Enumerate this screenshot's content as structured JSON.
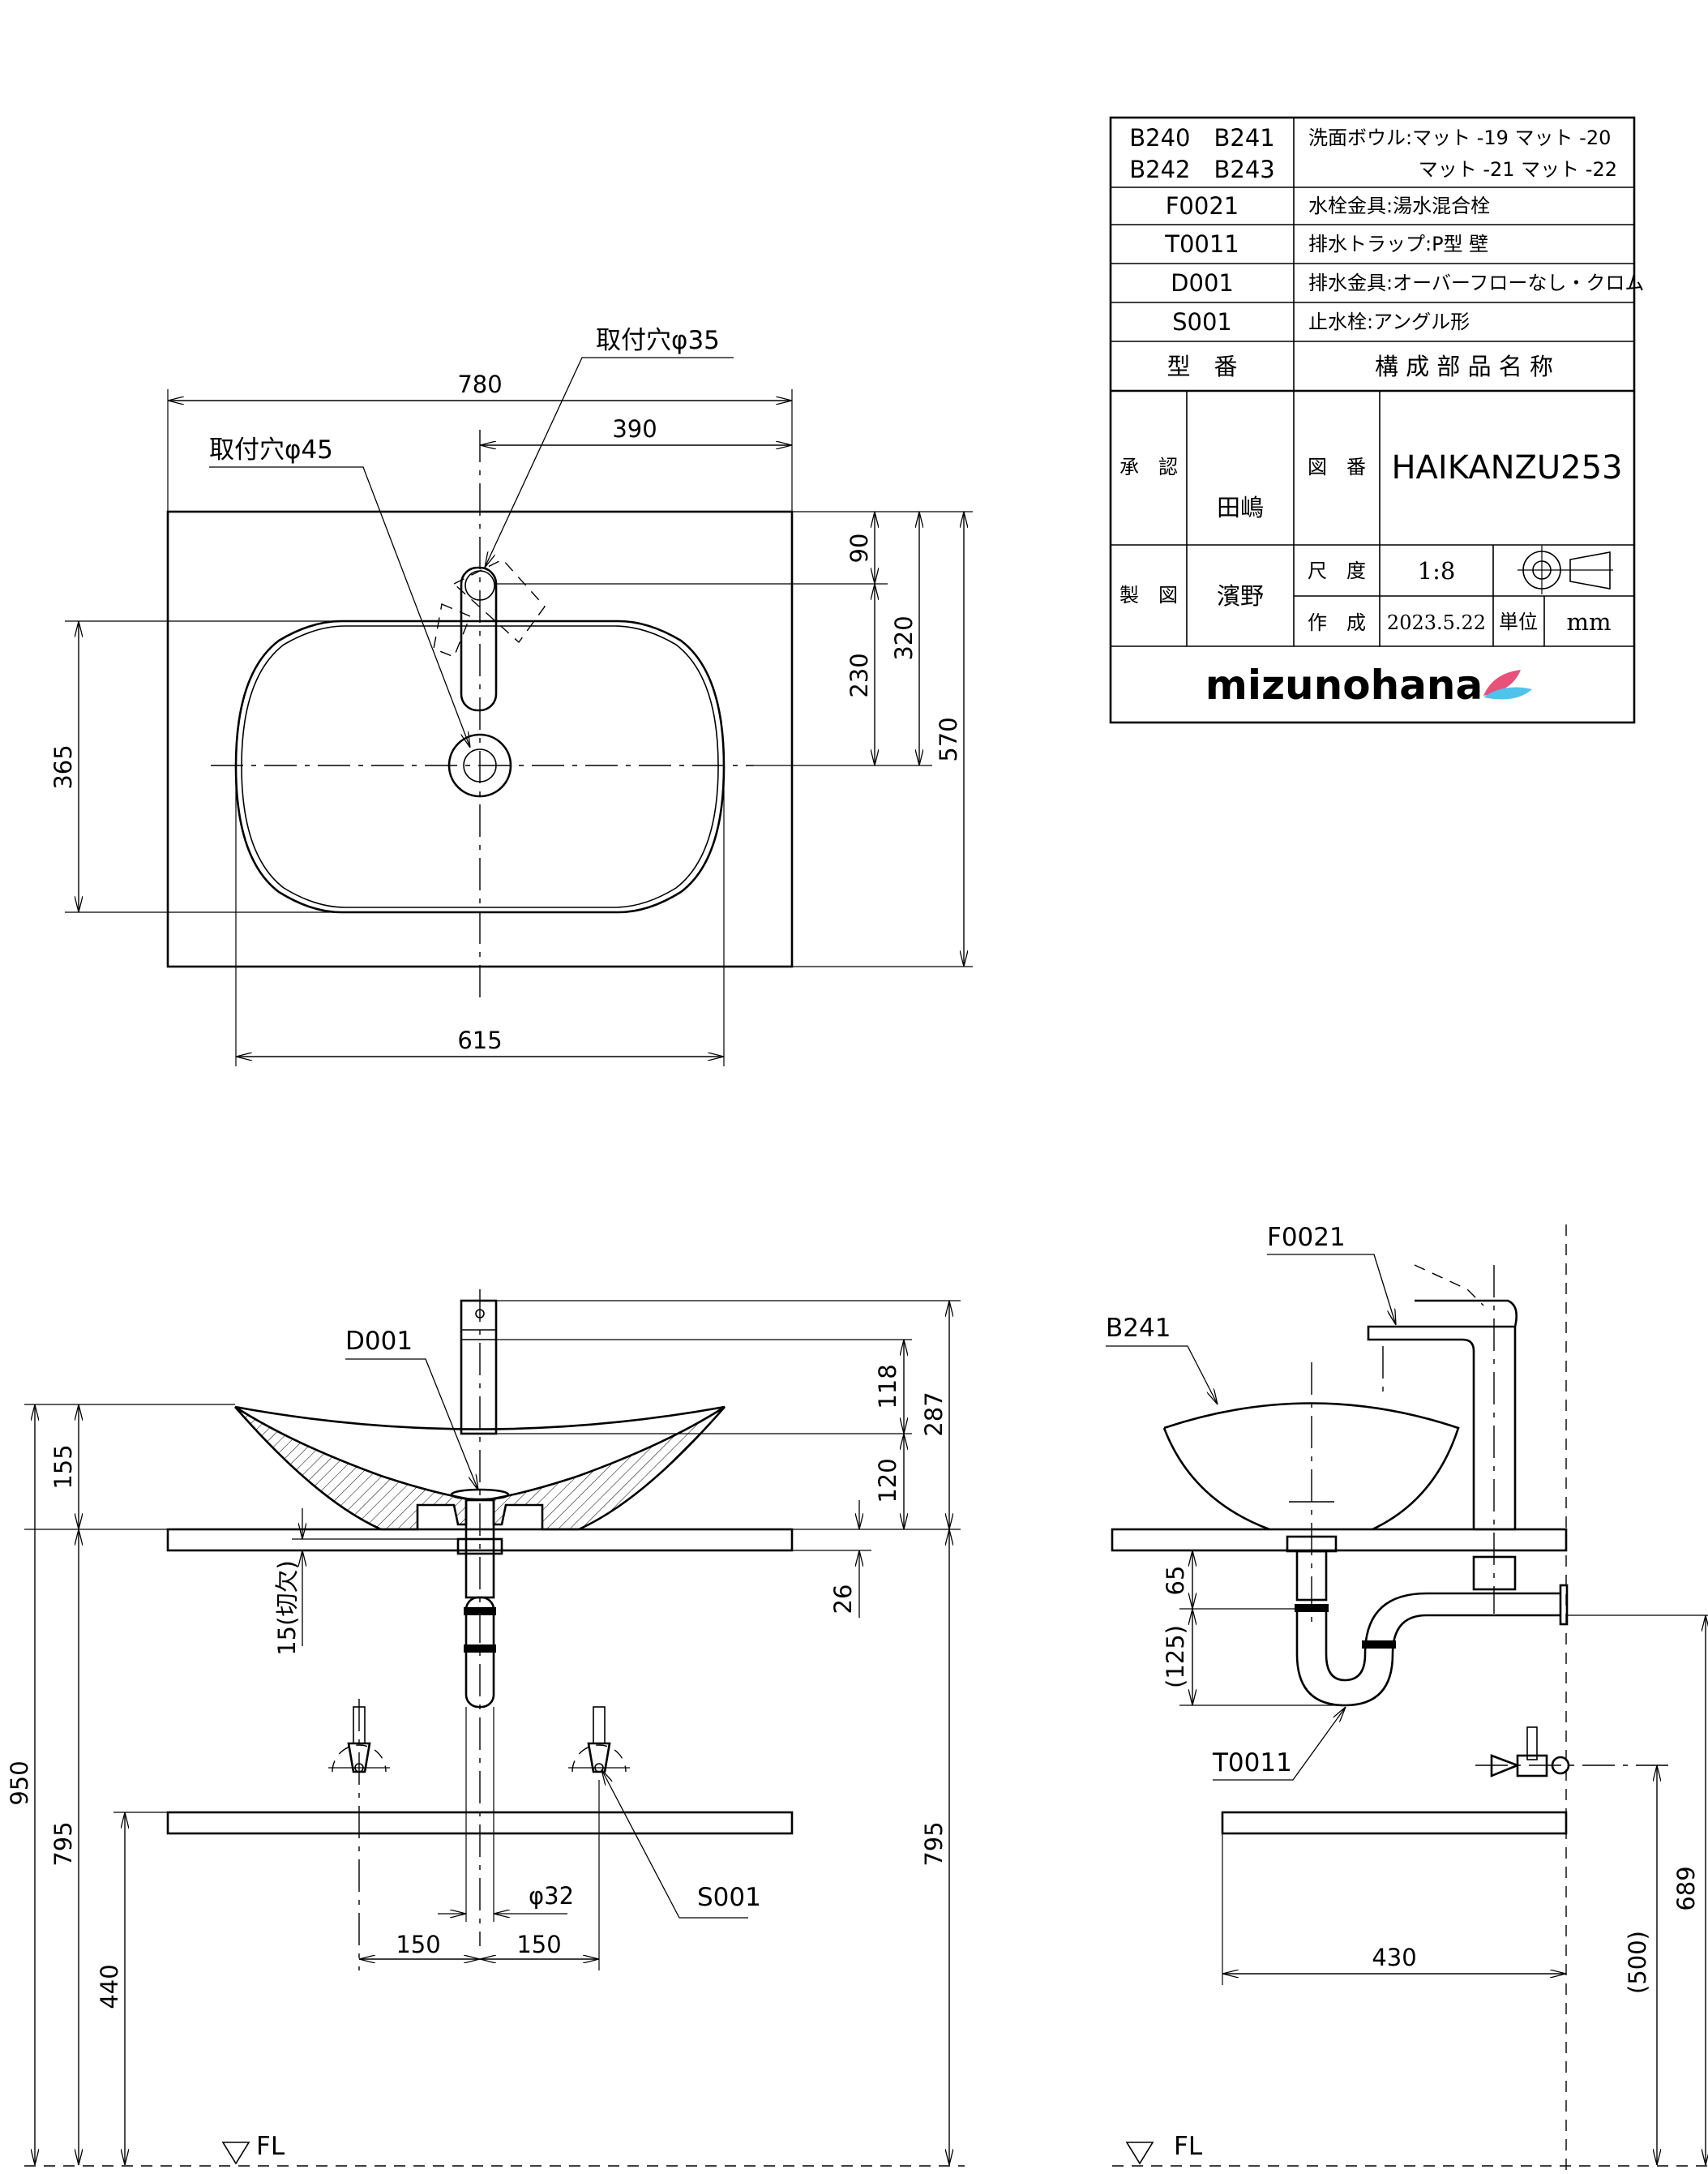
{
  "title_block": {
    "parts": [
      {
        "code_line1": "B240　B241",
        "code_line2": "B242　B243",
        "name_line1": "洗面ボウル:マット -19  マット -20",
        "name_line2": "マット -21  マット -22"
      },
      {
        "code": "F0021",
        "name": "水栓金具:湯水混合栓"
      },
      {
        "code": "T0011",
        "name": "排水トラップ:P型  壁"
      },
      {
        "code": "D001",
        "name": "排水金具:オーバーフローなし・クロム"
      },
      {
        "code": "S001",
        "name": "止水栓:アングル形"
      }
    ],
    "header_code": "型　番",
    "header_name": "構 成 部 品 名 称",
    "approval_label": "承　認",
    "approver": "田嶋",
    "drawing_no_label": "図　番",
    "drawing_no": "HAIKANZU253",
    "drafted_label": "製　図",
    "drafter": "濱野",
    "scale_label": "尺　度",
    "scale": "1:8",
    "created_label": "作　成",
    "created": "2023.5.22",
    "unit_label": "単位",
    "unit": "mm",
    "logo": "mizunohana",
    "logo_colors": {
      "text": "#6b6b6b",
      "leaf1": "#e8527a",
      "leaf2": "#4fc3ec"
    }
  },
  "plan_view": {
    "hole35_label": "取付穴φ35",
    "hole45_label": "取付穴φ45",
    "dims": {
      "width": "780",
      "faucet_offset": "390",
      "d90": "90",
      "d230": "230",
      "d320": "320",
      "depth": "570",
      "bowl_depth": "365",
      "bowl_width": "615"
    }
  },
  "front_view": {
    "drain_label": "D001",
    "valve_label": "S001",
    "dims": {
      "d287": "287",
      "d118": "118",
      "d120": "120",
      "d26": "26",
      "d155": "155",
      "d950": "950",
      "d795_left": "795",
      "d440": "440",
      "d795_right": "795",
      "notch": "15(切欠)",
      "pipe_dia": "φ32",
      "d150_left": "150",
      "d150_right": "150"
    },
    "floor_label": "FL"
  },
  "side_view": {
    "faucet_label": "F0021",
    "bowl_label": "B241",
    "trap_label": "T0011",
    "dims": {
      "d65": "65",
      "d125": "(125)",
      "d430": "430",
      "d500": "(500)",
      "d689": "689"
    },
    "floor_label": "FL"
  }
}
